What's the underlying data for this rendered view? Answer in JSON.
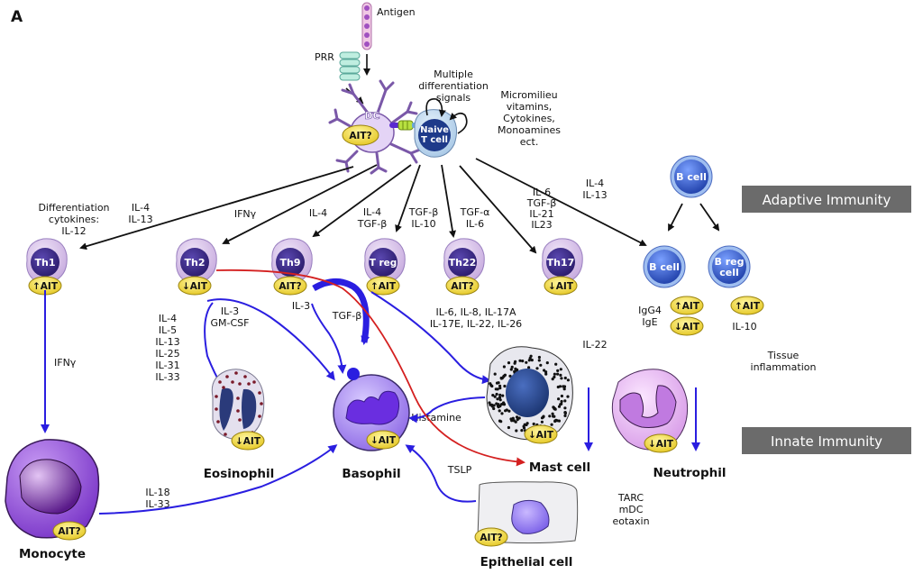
{
  "panel_label": "A",
  "colors": {
    "tcell_outer": "#d8c4e8",
    "tcell_inner": "#3a2a80",
    "ait_badge": "#f2dd4a",
    "bcell": "#3a5fd0",
    "blue_arrow": "#2a1ee0",
    "red_arrow": "#d42020",
    "banner_bg": "#6b6b6b",
    "basophil": "#a98af2",
    "monocyte": "#9a5ae8",
    "neutrophil": "#e6b6f0",
    "mast_nucleus": "#284c9a"
  },
  "top": {
    "antigen": "Antigen",
    "prr": "PRR",
    "dc": "DC",
    "dc_ait": "AIT?",
    "naive": [
      "Naive",
      "T cell"
    ],
    "signals": [
      "Multiple",
      "differentiation",
      "signals"
    ],
    "micromilieu": [
      "Micromilieu",
      "vitamins,",
      "Cytokines,",
      "Monoamines",
      "ect."
    ]
  },
  "banners": {
    "adaptive": "Adaptive Immunity",
    "innate": "Innate Immunity"
  },
  "tcells": [
    {
      "name": "Th1",
      "ait": "↑AIT",
      "cytokines": [
        "Differentiation",
        "cytokines:",
        "IL-12"
      ]
    },
    {
      "name": "Th2",
      "ait": "↓AIT",
      "cytokines": [
        "IL-4",
        "IL-13"
      ]
    },
    {
      "name": "Th9",
      "ait": "AIT?",
      "cytokines": [
        "IL-4"
      ]
    },
    {
      "name": "T reg",
      "ait": "↑AIT",
      "cytokines": [
        "IL-4",
        "TGF-β"
      ]
    },
    {
      "name": "Th22",
      "ait": "AIT?",
      "cytokines": [
        "TGF-β",
        "IL-10"
      ]
    },
    {
      "name": "Th17",
      "ait": "↓AIT",
      "cytokines": [
        "TGF-α",
        "IL-6"
      ]
    }
  ],
  "th2_label_ifn": "IFNγ",
  "th17_cytokines": [
    "IL-6",
    "TGF-β",
    "IL-21",
    "IL23"
  ],
  "bcells": {
    "top": "B cell",
    "bcell": "B cell",
    "breg": [
      "B reg",
      "cell"
    ],
    "bcell_input": [
      "IL-4",
      "IL-13"
    ],
    "bcell_ait_up": "↑AIT",
    "bcell_ait_down": "↓AIT",
    "igs": [
      "IgG4",
      "IgE"
    ],
    "breg_ait": "↑AIT",
    "breg_output": "IL-10"
  },
  "effects": {
    "th1_ifn": "IFNγ",
    "th2_list": [
      "IL-4",
      "IL-5",
      "IL-13",
      "IL-25",
      "IL-31",
      "IL-33"
    ],
    "il3_gmcsf": [
      "IL-3",
      "GM-CSF"
    ],
    "th9_il3": "IL-3",
    "tgfb": "TGF-β",
    "th17_list": [
      "IL-6, IL-8, IL-17A",
      "IL-17E, IL-22, IL-26"
    ],
    "il22": "IL-22",
    "tissue": [
      "Tissue",
      "inflammation"
    ],
    "histamine": "Histamine",
    "tslp": "TSLP",
    "il18_33": [
      "IL-18",
      "IL-33"
    ],
    "tarc": [
      "TARC",
      "mDC",
      "eotaxin"
    ]
  },
  "innate": {
    "eosinophil": {
      "name": "Eosinophil",
      "ait": "↓AIT"
    },
    "basophil": {
      "name": "Basophil",
      "ait": "↓AIT"
    },
    "mast": {
      "name": "Mast cell",
      "ait": "↓AIT"
    },
    "neutrophil": {
      "name": "Neutrophil",
      "ait": "↓AIT"
    },
    "monocyte": {
      "name": "Monocyte",
      "ait": "AIT?"
    },
    "epithelial": {
      "name": "Epithelial cell",
      "ait": "AIT?"
    }
  }
}
